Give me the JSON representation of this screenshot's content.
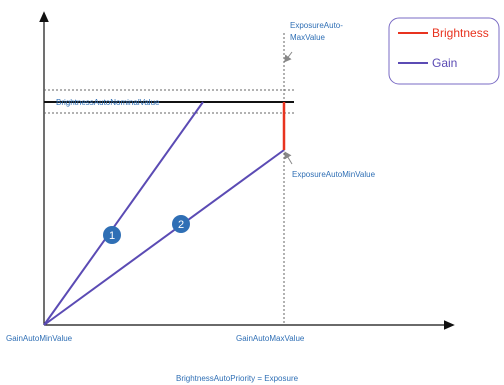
{
  "legend": {
    "items": [
      {
        "label": "Brightness",
        "color": "#e8331f"
      },
      {
        "label": "Gain",
        "color": "#5b4bb4"
      }
    ]
  },
  "labels": {
    "brightness_nominal": "BrightnessAutoNominalValue",
    "exposure_max_line1": "ExposureAuto-",
    "exposure_max_line2": "MaxValue",
    "exposure_min": "ExposureAutoMinValue",
    "gain_min": "GainAutoMinValue",
    "gain_max": "GainAutoMaxValue",
    "footer": "BrightnessAutoPriority = Exposure"
  },
  "markers": {
    "one": "1",
    "two": "2"
  },
  "colors": {
    "brightness": "#e8331f",
    "gain": "#5b4bb4",
    "label": "#2f6fb5",
    "marker_fill": "#2f6fb5",
    "axis": "#111111"
  }
}
